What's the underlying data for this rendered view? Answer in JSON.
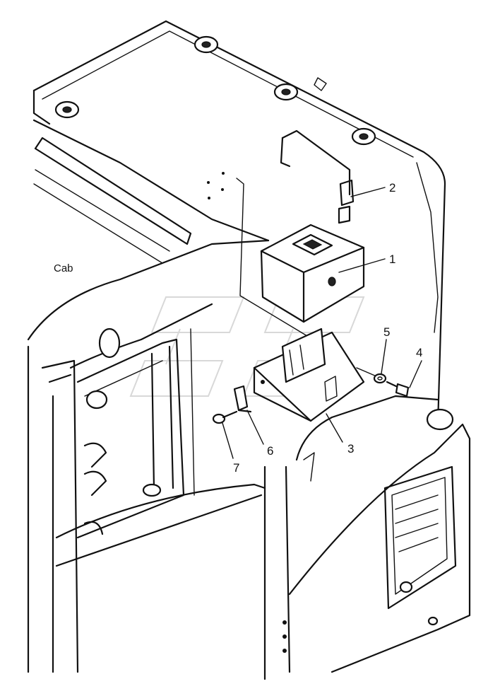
{
  "diagram": {
    "assembly_label": "Cab",
    "callouts": [
      {
        "id": "callout-1",
        "text": "1"
      },
      {
        "id": "callout-2",
        "text": "2"
      },
      {
        "id": "callout-3",
        "text": "3"
      },
      {
        "id": "callout-4",
        "text": "4"
      },
      {
        "id": "callout-5",
        "text": "5"
      },
      {
        "id": "callout-6",
        "text": "6"
      },
      {
        "id": "callout-7",
        "text": "7"
      }
    ]
  }
}
